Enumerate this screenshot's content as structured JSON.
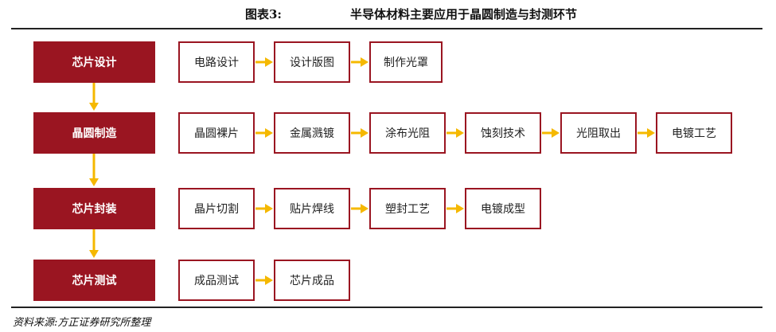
{
  "header": {
    "label": "图表3:",
    "title": "半导体材料主要应用于晶圆制造与封测环节"
  },
  "source": "资料来源:方正证券研究所整理",
  "colors": {
    "stage_fill": "#9a1521",
    "box_border": "#9a1521",
    "arrow": "#f5b800"
  },
  "stages": [
    {
      "label": "芯片设计",
      "steps": [
        "电路设计",
        "设计版图",
        "制作光罩"
      ]
    },
    {
      "label": "晶圆制造",
      "steps": [
        "晶圆裸片",
        "金属溅镀",
        "涂布光阻",
        "蚀刻技术",
        "光阻取出",
        "电镀工艺"
      ]
    },
    {
      "label": "芯片封装",
      "steps": [
        "晶片切割",
        "贴片焊线",
        "塑封工艺",
        "电镀成型"
      ]
    },
    {
      "label": "芯片测试",
      "steps": [
        "成品测试",
        "芯片成品"
      ]
    }
  ]
}
